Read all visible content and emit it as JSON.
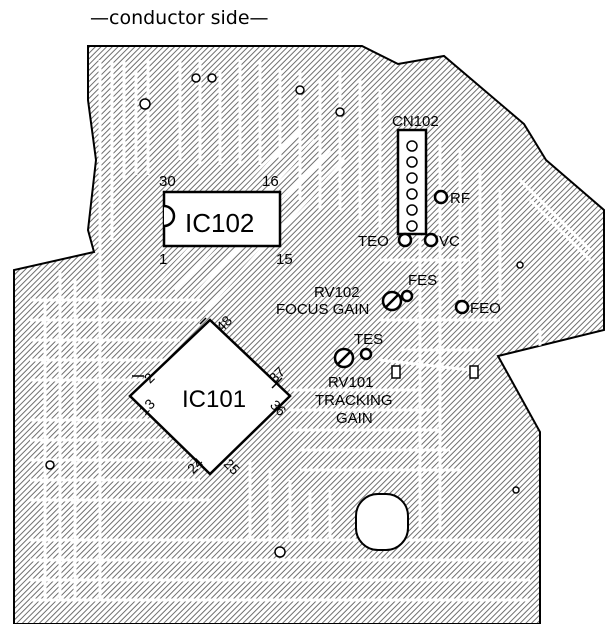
{
  "caption": "—conductor side—",
  "ics": {
    "ic102": {
      "name": "IC102",
      "pin_tl": "30",
      "pin_tr": "16",
      "pin_bl": "1",
      "pin_br": "15"
    },
    "ic101": {
      "name": "IC101",
      "pin_top": "48",
      "pin_left_a": "2",
      "pin_left_b": "13",
      "pin_right_a": "37",
      "pin_right_b": "36",
      "pin_bottom_a": "24",
      "pin_bottom_b": "25"
    }
  },
  "connector": {
    "name": "CN102"
  },
  "test_points": {
    "rf": "RF",
    "teo": "TEO",
    "vc": "VC",
    "fes": "FES",
    "feo": "FEO",
    "tes": "TES"
  },
  "pots": {
    "rv102": {
      "ref": "RV102",
      "func": "FOCUS GAIN"
    },
    "rv101": {
      "ref": "RV101",
      "func_1": "TRACKING",
      "func_2": "GAIN"
    }
  },
  "colors": {
    "ink": "#000000",
    "copper_hatch": "#7a7a7a",
    "board": "#ffffff"
  }
}
